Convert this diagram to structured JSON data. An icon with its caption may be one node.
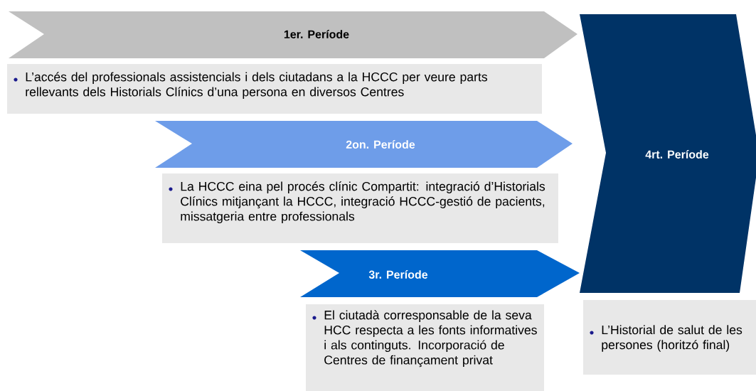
{
  "diagram": {
    "nodes": [
      {
        "text": [
          "1er. Període"
        ]
      },
      {
        "text": [
          "L’accés del professionals assistencials i dels ciutadans a la HCCC per veure parts rellevants dels Historials Clínics d’una persona en diversos Centres"
        ]
      },
      {
        "text": [
          "2on. Període"
        ]
      },
      {
        "text": [
          "La HCCC eina pel procés clínic Compartit: integració d’Historials Clínics mitjançant la HCCC, integració HCCC-gestió de pacients, missatgeria entre professionals"
        ]
      },
      {
        "text": [
          "3r. Període"
        ]
      },
      {
        "text": [
          "El ciutadà corresponsable de la seva HCC respecta a les fonts informatives i als continguts. Incorporació de Centres de finançament privat"
        ]
      },
      {
        "text": [
          "4rt. Període"
        ]
      },
      {
        "text": [
          "L’Historial de salut de les persones (horitzó final)"
        ]
      }
    ]
  }
}
